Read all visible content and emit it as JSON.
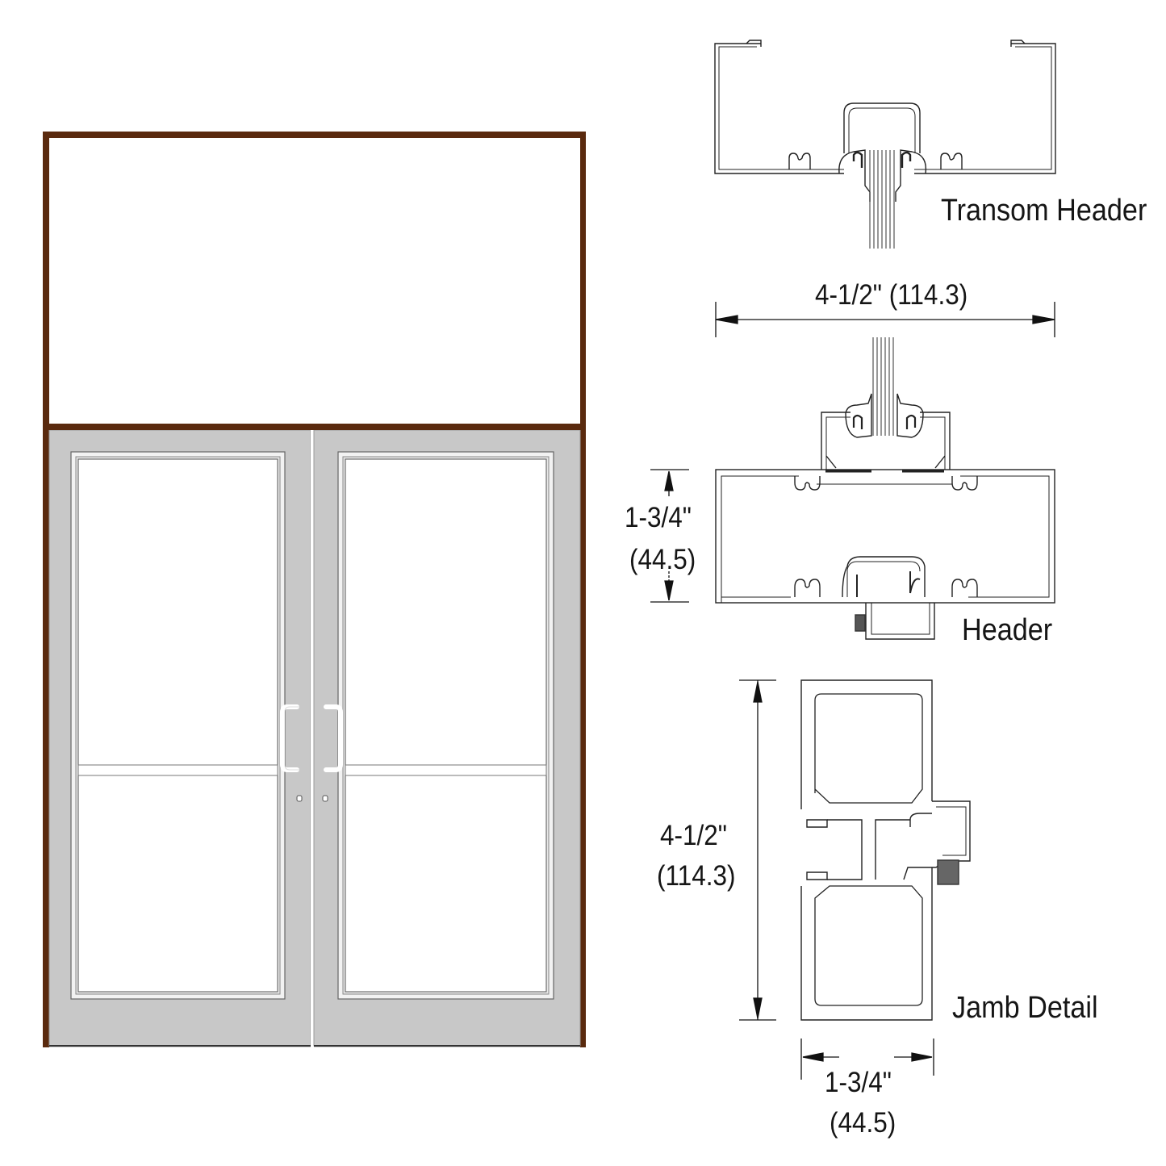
{
  "elevation": {
    "name": "Double door with transom elevation",
    "frame_color": "#5a2a0e",
    "door_color": "#c9c9c9",
    "glass_color": "#ffffff",
    "doors": [
      {
        "id": "left",
        "handle": "offset pull",
        "mid_rail": true,
        "lock_holes": 1
      },
      {
        "id": "right",
        "handle": "offset pull",
        "mid_rail": true,
        "lock_holes": 1
      }
    ]
  },
  "details": {
    "transom_header": {
      "label": "Transom Header"
    },
    "width_dimension": {
      "label": "4-1/2\" (114.3)"
    },
    "header": {
      "label": "Header",
      "depth_dimension": {
        "line1": "1-3/4\"",
        "line2": "(44.5)"
      }
    },
    "jamb": {
      "label": "Jamb Detail",
      "height_dimension": {
        "line1": "4-1/2\"",
        "line2": "(114.3)"
      },
      "depth_dimension": {
        "line1": "1-3/4\"",
        "line2": "(44.5)"
      }
    }
  }
}
